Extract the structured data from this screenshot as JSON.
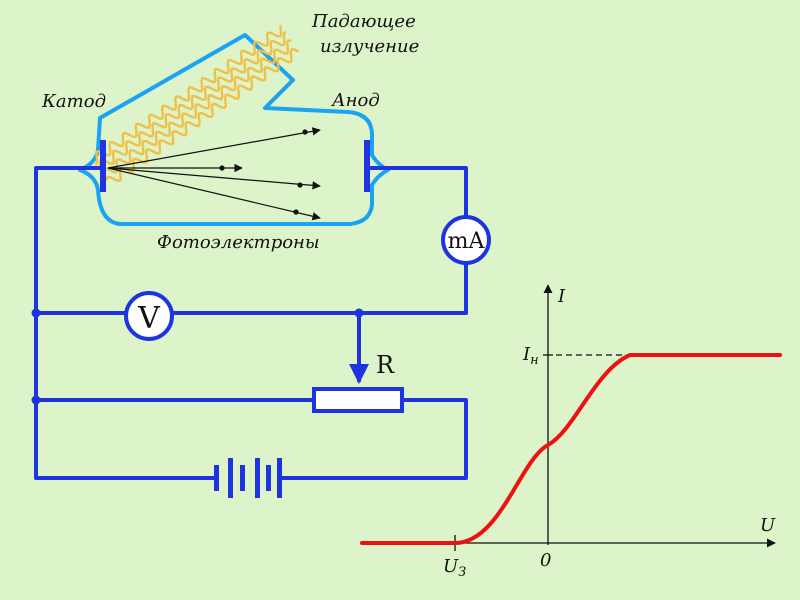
{
  "labels": {
    "incident_radiation_line1": "Падающее",
    "incident_radiation_line2": "излучение",
    "cathode": "Катод",
    "anode": "Анод",
    "photoelectrons": "Фотоэлектроны",
    "milliammeter": "mA",
    "voltmeter": "V",
    "resistor": "R"
  },
  "graph": {
    "y_axis_label": "I",
    "x_axis_label": "U",
    "saturation_label_main": "I",
    "saturation_label_sub": "н",
    "stopping_voltage_main": "U",
    "stopping_voltage_sub": "З",
    "origin_label": "0"
  },
  "colors": {
    "background": "#ddf3c9",
    "wire": "#1e34e0",
    "tube_outline": "#1aa3f2",
    "radiation": "#f0c048",
    "curve": "#ee1111"
  }
}
